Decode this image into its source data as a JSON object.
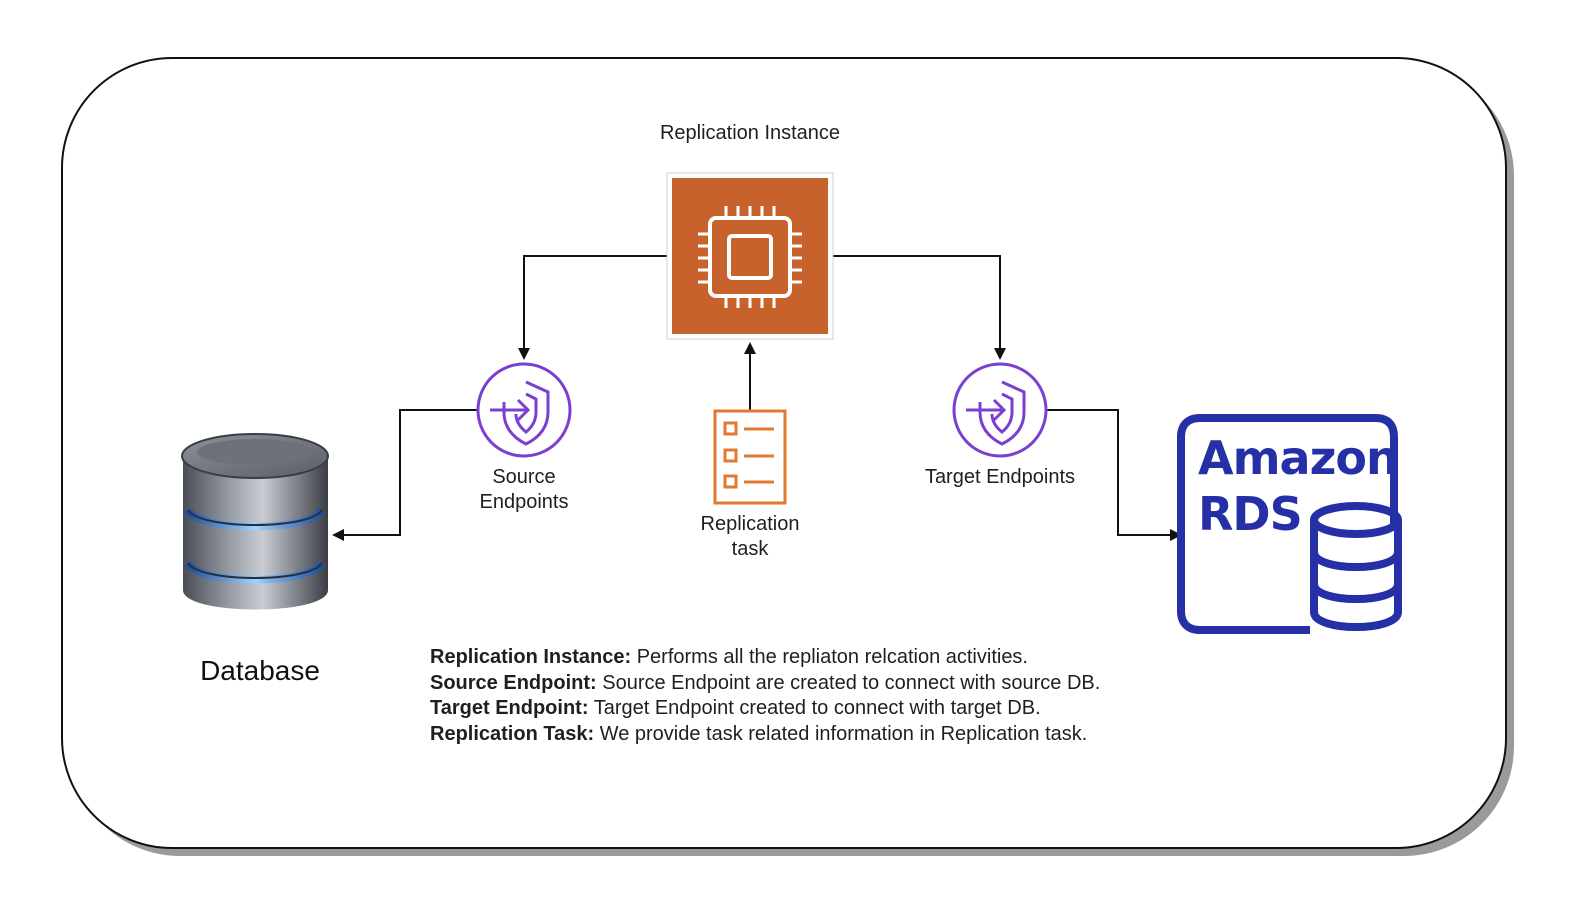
{
  "replication_instance": {
    "label": "Replication Instance",
    "color": "#c8622d"
  },
  "source_endpoints": {
    "label_line1": "Source",
    "label_line2": "Endpoints",
    "color": "#7b3fd1"
  },
  "target_endpoints": {
    "label": "Target Endpoints",
    "color": "#7b3fd1"
  },
  "replication_task": {
    "label_line1": "Replication",
    "label_line2": "task",
    "color": "#e07a2e"
  },
  "database": {
    "label": "Database"
  },
  "amazon_rds": {
    "line1": "Amazon",
    "line2": "RDS",
    "color": "#2630a6"
  },
  "notes": [
    {
      "term": "Replication Instance:",
      "text": " Performs all the repliaton relcation activities."
    },
    {
      "term": "Source Endpoint:",
      "text": " Source Endpoint are created to connect with source DB."
    },
    {
      "term": "Target Endpoint:",
      "text": " Target Endpoint created to connect with target DB."
    },
    {
      "term": "Replication Task:",
      "text": " We provide task related information in Replication task."
    }
  ]
}
